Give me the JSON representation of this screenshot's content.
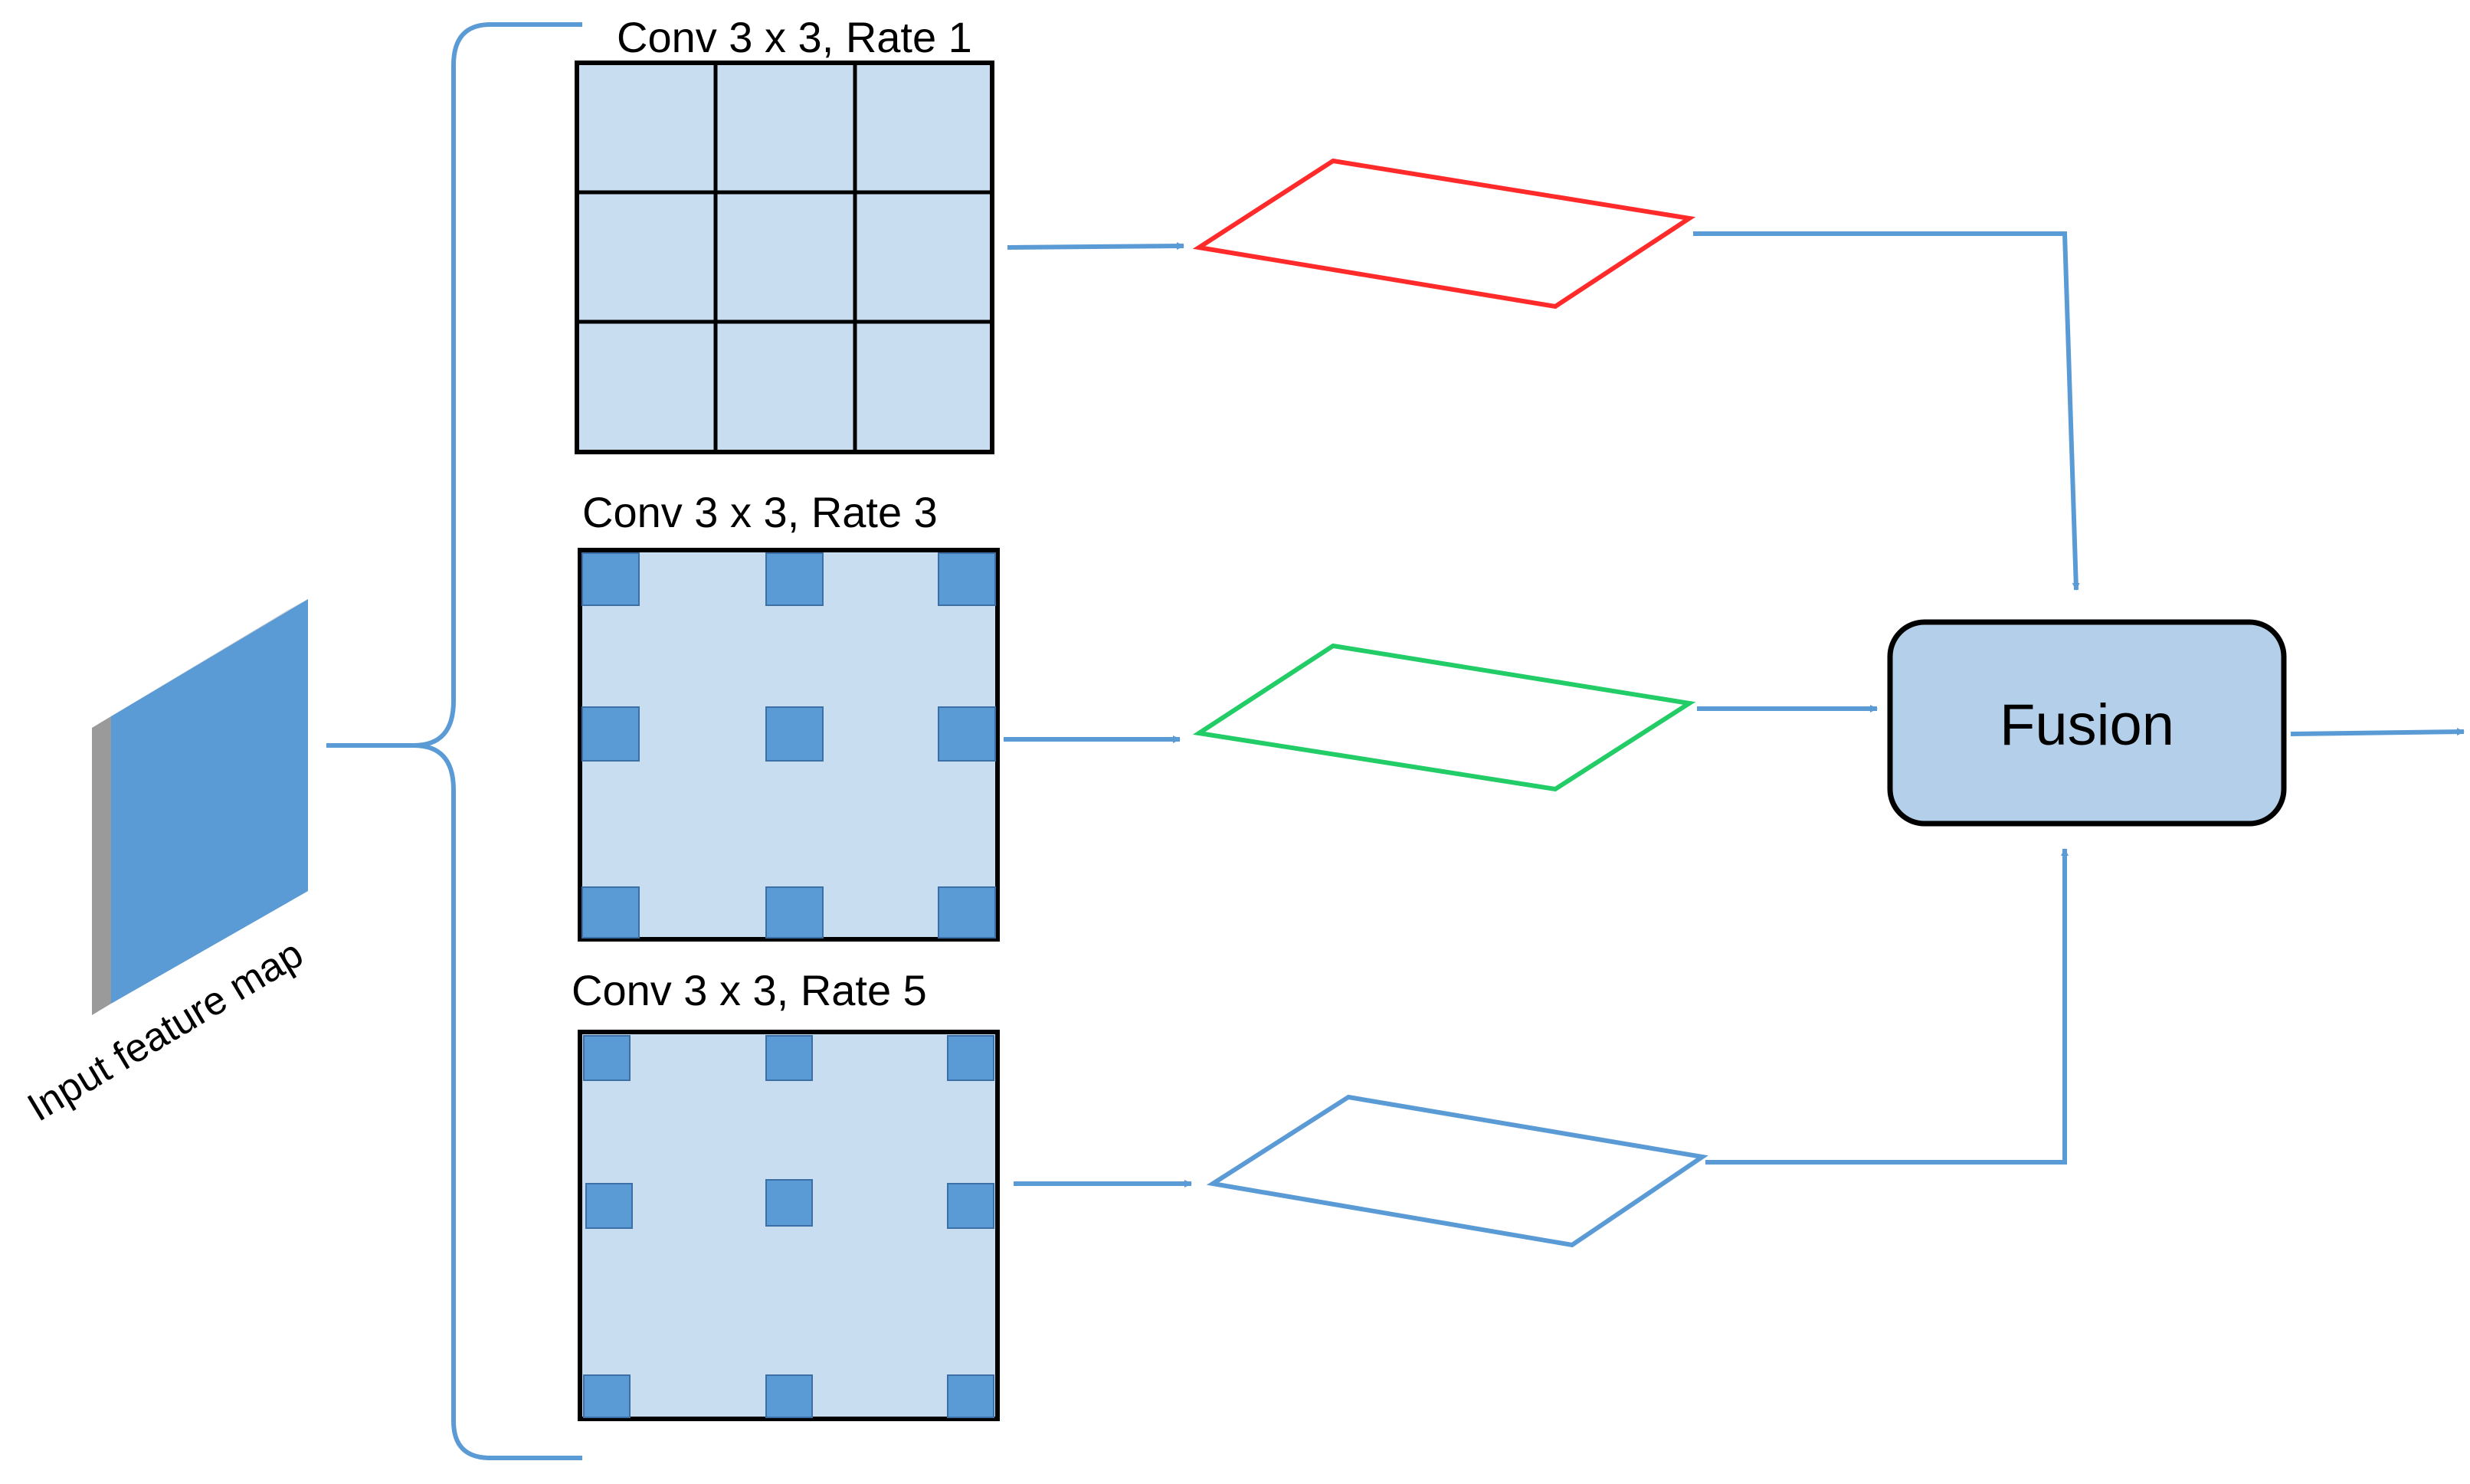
{
  "diagram": {
    "input": {
      "label": "Input feature map"
    },
    "branches": [
      {
        "label": "Conv 3 x 3, Rate 1",
        "rate": 1,
        "output_color": "#ff2a2a"
      },
      {
        "label": "Conv 3 x 3, Rate 3",
        "rate": 3,
        "output_color": "#22cc66"
      },
      {
        "label": "Conv 3 x 3, Rate 5",
        "rate": 5,
        "output_color": "#5b9bd5"
      }
    ],
    "fusion": {
      "label": "Fusion"
    }
  },
  "colors": {
    "connector": "#5b9bd5",
    "kernel_fill": "#c9ddf0",
    "sample_fill": "#5b9bd5",
    "fusion_fill": "#b4cfe9",
    "map_front": "#5b9bd5",
    "map_side": "#9a9a9a",
    "map_top": "#d8d8d8"
  }
}
